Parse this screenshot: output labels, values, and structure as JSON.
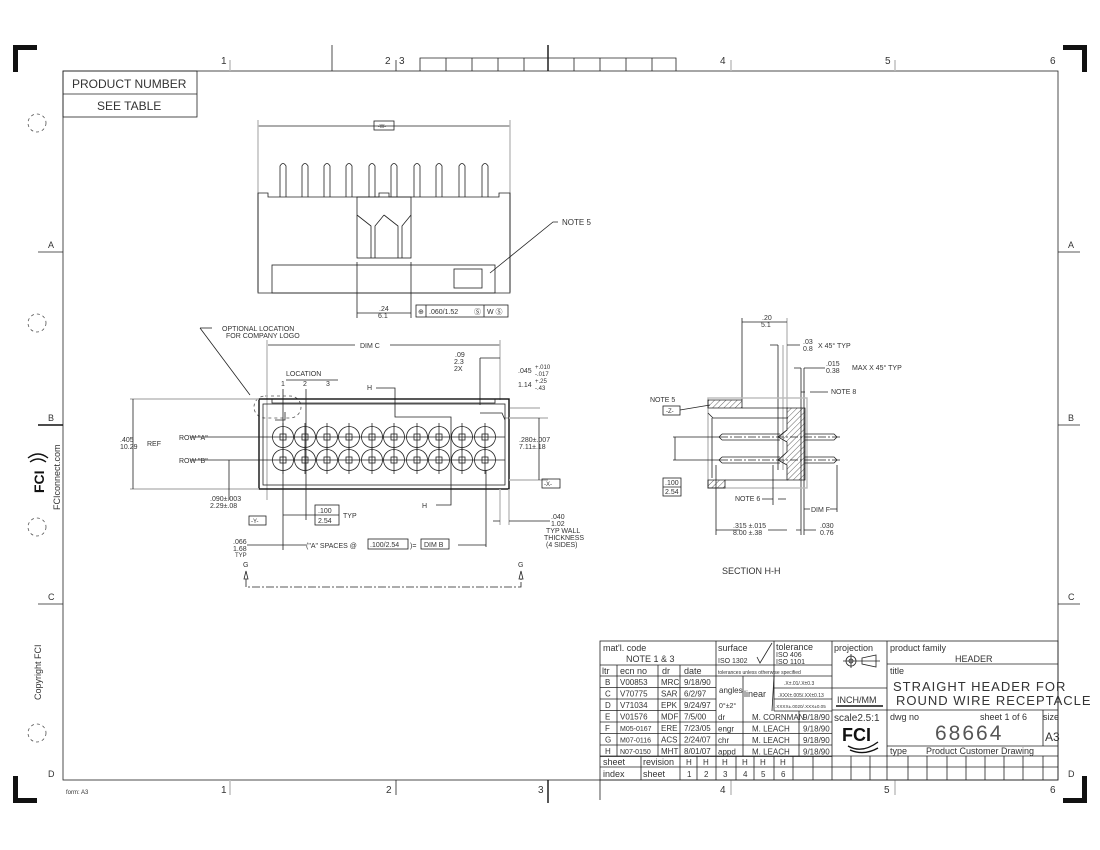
{
  "frame": {
    "zones_top": [
      "1",
      "2",
      "3",
      "4",
      "5",
      "6"
    ],
    "zones_bottom": [
      "1",
      "2",
      "3",
      "4",
      "5",
      "6"
    ],
    "zones_side": [
      "A",
      "B",
      "C",
      "D"
    ],
    "form": "form: A3",
    "website": "FCIconnect.com",
    "copyright": "Copyright FCI",
    "logo_text": "FCI"
  },
  "product_box": {
    "label": "PRODUCT NUMBER",
    "value": "SEE TABLE"
  },
  "front_view": {
    "dim_w": "-W-",
    "note": "NOTE 5",
    "dim_24": ".24",
    "dim_61": "6.1",
    "tol_symbol": "⊕",
    "tol_value": ".060/1.52",
    "tol_s1": "Ⓢ",
    "tol_datum": "W Ⓢ"
  },
  "bottom_view": {
    "logo_note_1": "OPTIONAL LOCATION",
    "logo_note_2": "FOR COMPANY LOGO",
    "dim_c": "DIM C",
    "location": "LOCATION",
    "loc_numbers": [
      "1",
      "2",
      "3"
    ],
    "section_mark": "H",
    "dim_09": [
      ".09",
      "2.3",
      "2X"
    ],
    "dim_045": [
      ".045",
      "+.010",
      "-.017",
      "1.14",
      "+.25",
      "-.43"
    ],
    "row_a": "ROW \"A\"",
    "row_b": "ROW \"B\"",
    "dim_405": [
      ".405",
      "10.29",
      "REF"
    ],
    "dim_280": [
      ".280±.007",
      "7.11±.18"
    ],
    "dim_090": [
      ".090±.003",
      "2.29±.08"
    ],
    "datum_x": "-X-",
    "datum_y": "-Y-",
    "pitch": [
      ".100",
      "2.54",
      "TYP"
    ],
    "wall": [
      ".040",
      "1.02",
      "TYP WALL",
      "THICKNESS",
      "(4 SIDES)"
    ],
    "dim_066": [
      ".066",
      "1.68",
      "TYP"
    ],
    "spaces_formula": "(\"A\" SPACES @",
    "spaces_pitch": ".100/2.54",
    "spaces_eq": ")=",
    "dim_b": "DIM B",
    "section_g": "G"
  },
  "section_view": {
    "dim_20": [
      ".20",
      "5.1"
    ],
    "chamfer_03": [
      ".03",
      "0.8",
      "X 45° TYP"
    ],
    "chamfer_015": [
      ".015",
      "0.38",
      "MAX X 45° TYP"
    ],
    "note8": "NOTE 8",
    "note5": "NOTE 5",
    "datum_z": "-Z-",
    "pitch": [
      ".100",
      "2.54"
    ],
    "note6": "NOTE 6",
    "dim_f": "DIM F",
    "dim_315": [
      ".315 ±.015",
      "8.00 ±.38"
    ],
    "dim_030": [
      ".030",
      "0.76"
    ],
    "title": "SECTION H-H"
  },
  "title_block": {
    "matl_label": "mat'l. code",
    "matl_value": "NOTE 1 & 3",
    "surface_label": "surface",
    "surface_value": "ISO 1302",
    "tolerance_label": "tolerance",
    "tolerance_iso1": "ISO 406",
    "tolerance_iso2": "ISO 1101",
    "tol_unless": "tolerances unless otherwise specified",
    "headers": {
      "ltr": "ltr",
      "ecn": "ecn no",
      "dr": "dr",
      "date": "date"
    },
    "revisions": [
      {
        "ltr": "B",
        "ecn": "V00853",
        "dr": "MRC",
        "date": "9/18/90"
      },
      {
        "ltr": "C",
        "ecn": "V70775",
        "dr": "SAR",
        "date": "6/2/97"
      },
      {
        "ltr": "D",
        "ecn": "V71034",
        "dr": "EPK",
        "date": "9/24/97"
      },
      {
        "ltr": "E",
        "ecn": "V01576",
        "dr": "MDF",
        "date": "7/5/00"
      },
      {
        "ltr": "F",
        "ecn": "M05-0167",
        "dr": "ERE",
        "date": "7/23/05"
      },
      {
        "ltr": "G",
        "ecn": "M07-0116",
        "dr": "ACS",
        "date": "2/24/07"
      },
      {
        "ltr": "H",
        "ecn": "N07-0150",
        "dr": "MHT",
        "date": "8/01/07"
      }
    ],
    "angles_label": "angles",
    "angles_value": "0°±2°",
    "linear_label": "linear",
    "linear_values": [
      ".X±.01/.X±0.3",
      ".XXX±.005/.XX±0.13",
      ".XXXX±.0020/.XXX±0.05"
    ],
    "approvals": [
      {
        "role": "dr",
        "name": "M. CORNMAN",
        "date": "9/18/90"
      },
      {
        "role": "engr",
        "name": "M. LEACH",
        "date": "9/18/90"
      },
      {
        "role": "chr",
        "name": "M. LEACH",
        "date": "9/18/90"
      },
      {
        "role": "appd",
        "name": "M. LEACH",
        "date": "9/18/90"
      }
    ],
    "projection_label": "projection",
    "units": "INCH/MM",
    "scale": "scale2.5:1",
    "product_family_label": "product family",
    "product_family": "HEADER",
    "title_label": "title",
    "title_line1": "STRAIGHT HEADER FOR",
    "title_line2": "ROUND WIRE RECEPTACLE",
    "dwg_no_label": "dwg no",
    "sheet": "sheet 1  of 6",
    "size_label": "size",
    "dwg_no": "68664",
    "size": "A3",
    "type_label": "type",
    "type_value": "Product Customer Drawing",
    "sheet_label": "sheet",
    "index_label": "index",
    "revision_label": "revision",
    "sheet_col_label": "sheet",
    "sheet_revisions": [
      "H",
      "H",
      "H",
      "H",
      "H",
      "H"
    ],
    "sheet_numbers": [
      "1",
      "2",
      "3",
      "4",
      "5",
      "6"
    ]
  }
}
